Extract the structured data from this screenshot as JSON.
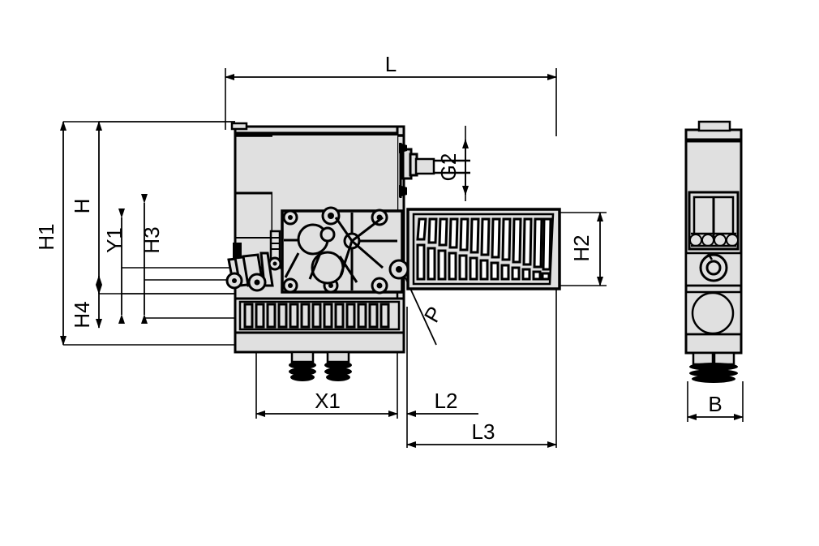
{
  "drawing": {
    "type": "technical-dimension-drawing",
    "subject": "vacuum ejector / pump unit side and front elevation",
    "background_color": "#ffffff",
    "line_color": "#000000",
    "body_fill": "#e0e0e0",
    "views": [
      {
        "name": "side-elevation",
        "position": "left"
      },
      {
        "name": "front-elevation",
        "position": "right"
      }
    ]
  },
  "dimensions": {
    "L": {
      "label": "L",
      "view": "side-elevation",
      "orientation": "horizontal",
      "placement": "top"
    },
    "G2": {
      "label": "G2",
      "view": "side-elevation",
      "orientation": "vertical",
      "placement": "port-right"
    },
    "H1": {
      "label": "H1",
      "view": "side-elevation",
      "orientation": "vertical",
      "placement": "left-outer"
    },
    "H": {
      "label": "H",
      "view": "side-elevation",
      "orientation": "vertical",
      "placement": "left-second"
    },
    "Y1": {
      "label": "Y1",
      "view": "side-elevation",
      "orientation": "vertical",
      "placement": "left-inner"
    },
    "H3": {
      "label": "H3",
      "view": "side-elevation",
      "orientation": "vertical",
      "placement": "left-inner2"
    },
    "H4": {
      "label": "H4",
      "view": "side-elevation",
      "orientation": "vertical",
      "placement": "left-lower"
    },
    "H2": {
      "label": "H2",
      "view": "side-elevation",
      "orientation": "vertical",
      "placement": "right-silencer"
    },
    "X1": {
      "label": "X1",
      "view": "side-elevation",
      "orientation": "horizontal",
      "placement": "bottom"
    },
    "L2": {
      "label": "L2",
      "view": "side-elevation",
      "orientation": "horizontal",
      "placement": "bottom"
    },
    "L3": {
      "label": "L3",
      "view": "side-elevation",
      "orientation": "horizontal",
      "placement": "bottom"
    },
    "B": {
      "label": "B",
      "view": "front-elevation",
      "orientation": "horizontal",
      "placement": "bottom"
    }
  },
  "callouts": {
    "P": {
      "label": "P",
      "view": "side-elevation",
      "note": "leader line to port feature"
    }
  },
  "labels": {
    "L": "L",
    "G2": "G2",
    "H1": "H1",
    "H": "H",
    "Y1": "Y1",
    "H3": "H3",
    "H4": "H4",
    "H2": "H2",
    "X1": "X1",
    "L2": "L2",
    "L3": "L3",
    "B": "B",
    "P": "P"
  }
}
